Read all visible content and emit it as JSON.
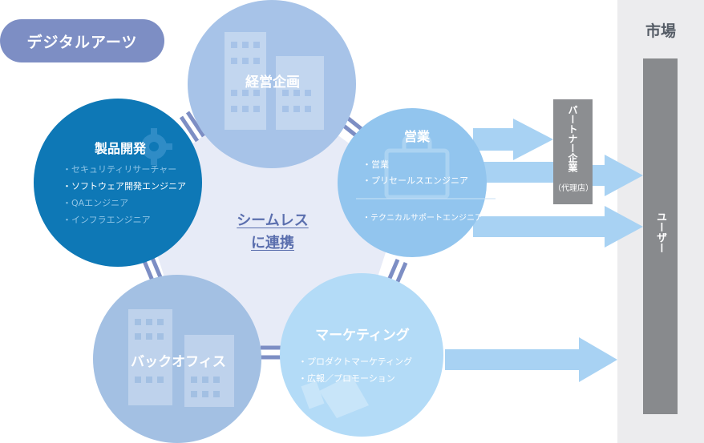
{
  "header": {
    "badge": "デジタルアーツ"
  },
  "market": {
    "title": "市場",
    "user_label": "ユーザー"
  },
  "partner": {
    "label": "パートナー企業",
    "sub": "（代理店）"
  },
  "center": {
    "line1": "シームレス",
    "line2": "に連携"
  },
  "nodes": {
    "management": {
      "title": "経営企画"
    },
    "product": {
      "title": "製品開発",
      "items": [
        "セキュリティリサーチャー",
        "ソフトウェア開発エンジニア",
        "QAエンジニア",
        "インフラエンジニア"
      ]
    },
    "sales": {
      "title": "営業",
      "items": [
        "営業",
        "プリセールスエンジニア"
      ],
      "items2": [
        "テクニカルサポートエンジニア"
      ]
    },
    "backoffice": {
      "title": "バックオフィス"
    },
    "marketing": {
      "title": "マーケティング",
      "items": [
        "プロダクトマーケティング",
        "広報／プロモーション"
      ]
    }
  },
  "colors": {
    "product": "#0e78b6",
    "management": "#a7c3e8",
    "sales": "#92c5ee",
    "marketing": "#b3dbf7",
    "backoffice": "#a3c0e3",
    "connector": "#7d8ec4",
    "center": "#e7ebf7",
    "arrow": "#a8d2f3"
  }
}
